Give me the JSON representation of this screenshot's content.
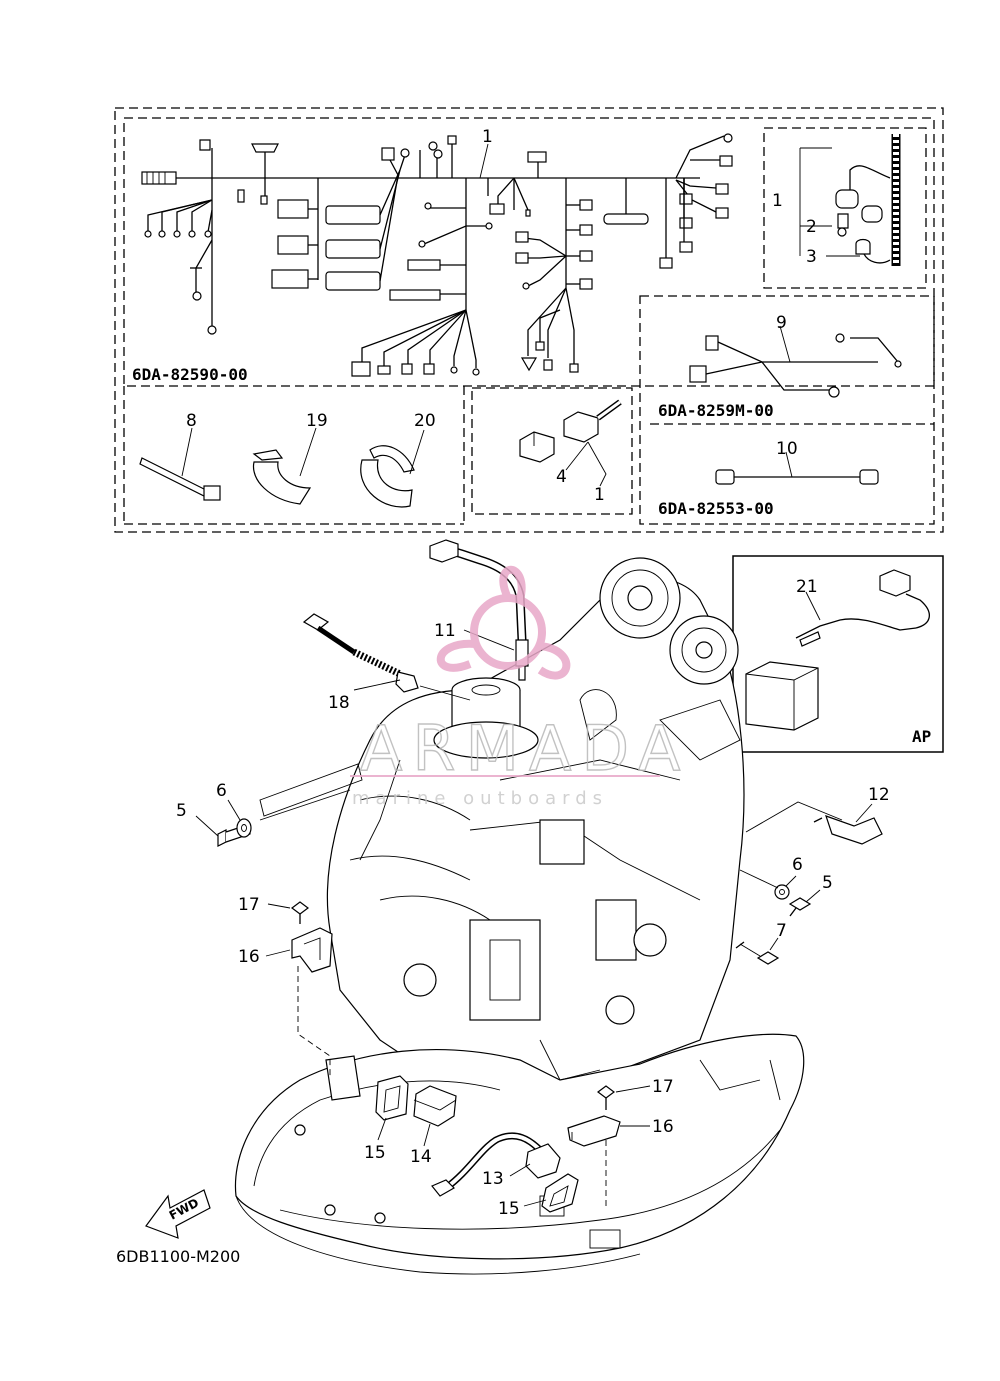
{
  "part_codes": {
    "main_harness": "6DA-82590-00",
    "sub_harness_9": "6DA-8259M-00",
    "sub_harness_10": "6DA-82553-00",
    "diagram_code": "6DB1100-M200"
  },
  "labels": {
    "p1": "1",
    "p1b": "1",
    "p1c": "1",
    "p2": "2",
    "p3": "3",
    "p4": "4",
    "p5a": "5",
    "p5b": "5",
    "p6a": "6",
    "p6b": "6",
    "p7": "7",
    "p8": "8",
    "p9": "9",
    "p10": "10",
    "p11": "11",
    "p12": "12",
    "p13": "13",
    "p14": "14",
    "p15a": "15",
    "p15b": "15",
    "p16a": "16",
    "p16b": "16",
    "p17a": "17",
    "p17b": "17",
    "p18": "18",
    "p19": "19",
    "p20": "20",
    "p21": "21"
  },
  "ap_label": "AP",
  "fwd_label": "FWD",
  "watermark": {
    "brand": "ARMADA",
    "tagline": "marine outboards",
    "color": "#e8a8c8"
  }
}
